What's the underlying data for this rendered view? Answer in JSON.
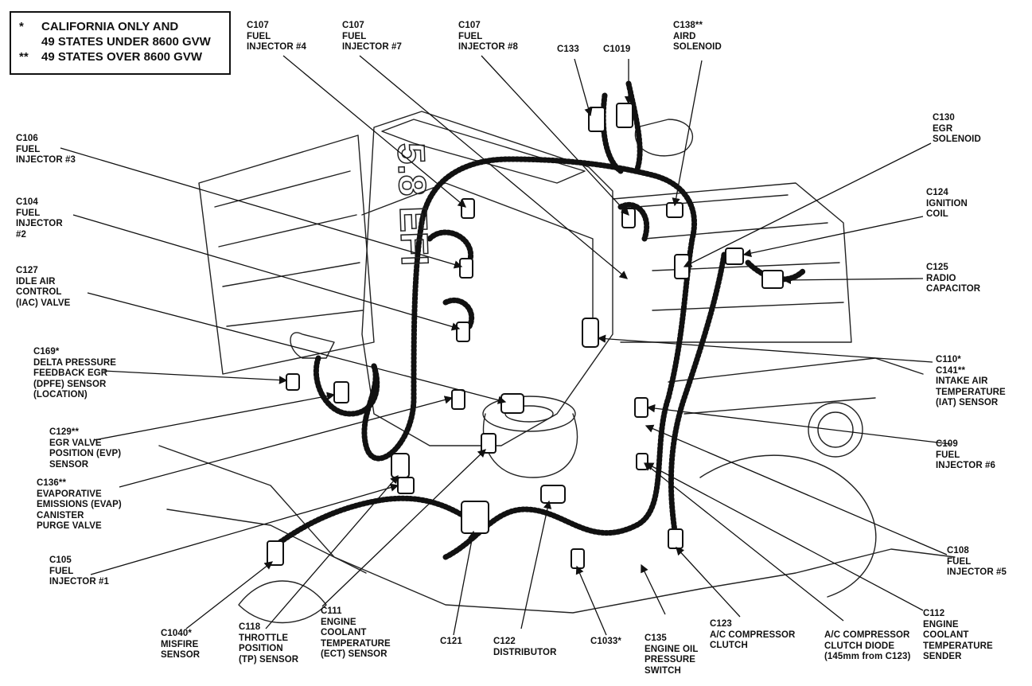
{
  "legend": [
    {
      "mark": "*",
      "text": "CALIFORNIA ONLY AND\n49 STATES UNDER 8600 GVW"
    },
    {
      "mark": "**",
      "text": "49 STATES OVER 8600 GVW"
    }
  ],
  "engine_badge": "5.8 EFI",
  "callouts": [
    {
      "id": "c107-4",
      "text": "C107\nFUEL\nINJECTOR #4"
    },
    {
      "id": "c107-7",
      "text": "C107\nFUEL\nINJECTOR #7"
    },
    {
      "id": "c107-8",
      "text": "C107\nFUEL\nINJECTOR #8"
    },
    {
      "id": "c133",
      "text": "C133"
    },
    {
      "id": "c1019",
      "text": "C1019"
    },
    {
      "id": "c138",
      "text": "C138**\nAIRD\nSOLENOID"
    },
    {
      "id": "c106",
      "text": "C106\nFUEL\nINJECTOR #3"
    },
    {
      "id": "c130",
      "text": "C130\nEGR\nSOLENOID"
    },
    {
      "id": "c104",
      "text": "C104\nFUEL\nINJECTOR\n#2"
    },
    {
      "id": "c124",
      "text": "C124\nIGNITION\nCOIL"
    },
    {
      "id": "c127",
      "text": "C127\nIDLE AIR\nCONTROL\n(IAC) VALVE"
    },
    {
      "id": "c125",
      "text": "C125\nRADIO\nCAPACITOR"
    },
    {
      "id": "c169",
      "text": "C169*\nDELTA PRESSURE\nFEEDBACK EGR\n(DPFE) SENSOR\n(LOCATION)"
    },
    {
      "id": "c110",
      "text": "C110*\nC141**\nINTAKE AIR\nTEMPERATURE\n(IAT) SENSOR"
    },
    {
      "id": "c129",
      "text": "C129**\nEGR VALVE\nPOSITION (EVP)\nSENSOR"
    },
    {
      "id": "c109",
      "text": "C109\nFUEL\nINJECTOR #6"
    },
    {
      "id": "c136",
      "text": "C136**\nEVAPORATIVE\nEMISSIONS (EVAP)\nCANISTER\nPURGE VALVE"
    },
    {
      "id": "c105",
      "text": "C105\nFUEL\nINJECTOR #1"
    },
    {
      "id": "c108",
      "text": "C108\nFUEL\nINJECTOR #5"
    },
    {
      "id": "c112",
      "text": "C112\nENGINE\nCOOLANT\nTEMPERATURE\nSENDER"
    },
    {
      "id": "c1040",
      "text": "C1040*\nMISFIRE\nSENSOR"
    },
    {
      "id": "c118",
      "text": "C118\nTHROTTLE\nPOSITION\n(TP) SENSOR"
    },
    {
      "id": "c111",
      "text": "C111\nENGINE\nCOOLANT\nTEMPERATURE\n(ECT) SENSOR"
    },
    {
      "id": "c121",
      "text": "C121"
    },
    {
      "id": "c122",
      "text": "C122\nDISTRIBUTOR"
    },
    {
      "id": "c1033",
      "text": "C1033*"
    },
    {
      "id": "c135",
      "text": "C135\nENGINE OIL\nPRESSURE\nSWITCH"
    },
    {
      "id": "c123",
      "text": "C123\nA/C COMPRESSOR\nCLUTCH"
    },
    {
      "id": "ac-diode",
      "text": "A/C COMPRESSOR\nCLUTCH DIODE\n(145mm from C123)"
    }
  ]
}
